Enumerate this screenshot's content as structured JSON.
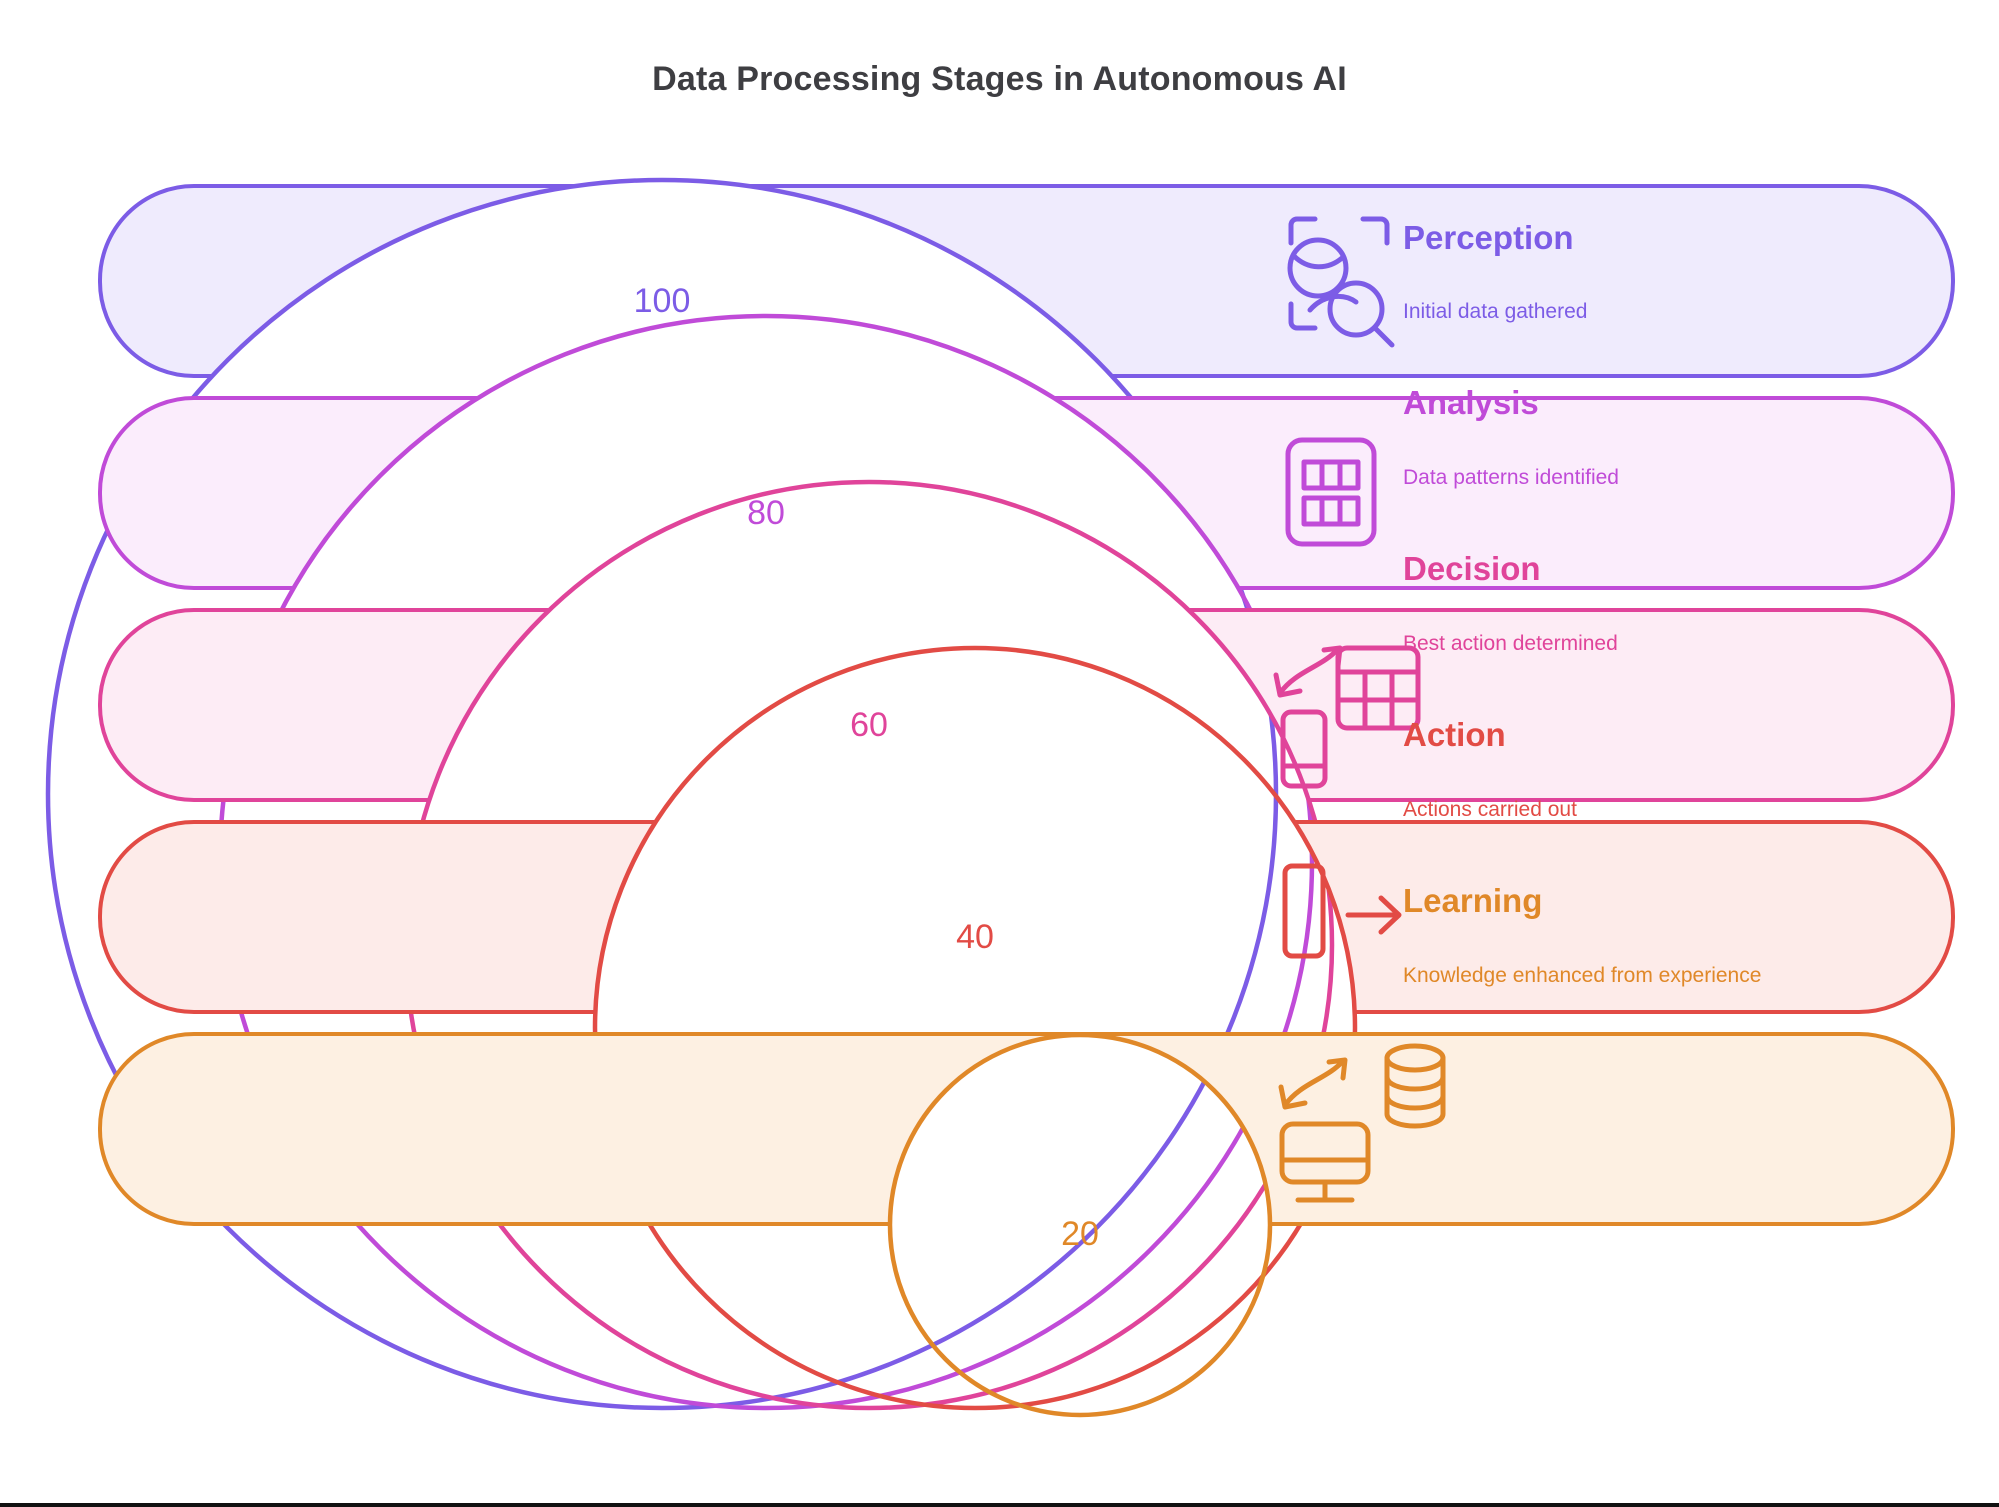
{
  "title": "Data Processing Stages in Autonomous AI",
  "chart_data": {
    "type": "bar",
    "title": "Data Processing Stages in Autonomous AI",
    "xlabel": "",
    "ylabel": "",
    "legend_position": "none",
    "grid": false,
    "categories": [
      "Perception",
      "Analysis",
      "Decision",
      "Action",
      "Learning"
    ],
    "values": [
      100,
      80,
      60,
      40,
      20
    ],
    "descriptions": [
      "Initial data gathered",
      "Data patterns identified",
      "Best action determined",
      "Actions carried out",
      "Knowledge enhanced from experience"
    ],
    "colors": [
      "#7C5CE6",
      "#C04BD8",
      "#E0449A",
      "#E24B45",
      "#E08828"
    ]
  },
  "stages": [
    {
      "id": "perception",
      "label": "Perception",
      "description": "Initial data gathered",
      "value": "100",
      "icon": "scan-object-search-icon",
      "stroke": "#7C5CE6",
      "fill": "#EFEBFD",
      "text": "#7C5CE6"
    },
    {
      "id": "analysis",
      "label": "Analysis",
      "description": "Data patterns identified",
      "value": "80",
      "icon": "table-grid-icon",
      "stroke": "#C04BD8",
      "fill": "#FBEDFC",
      "text": "#C04BD8"
    },
    {
      "id": "decision",
      "label": "Decision",
      "description": "Best action determined",
      "value": "60",
      "icon": "device-arrow-table-icon",
      "stroke": "#E0449A",
      "fill": "#FDECF5",
      "text": "#E0449A"
    },
    {
      "id": "action",
      "label": "Action",
      "description": "Actions carried out",
      "value": "40",
      "icon": "device-arrow-right-icon",
      "stroke": "#E24B45",
      "fill": "#FDEBE9",
      "text": "#E24B45"
    },
    {
      "id": "learning",
      "label": "Learning",
      "description": "Knowledge enhanced from experience",
      "value": "20",
      "icon": "monitor-database-sync-icon",
      "stroke": "#E08828",
      "fill": "#FDF0E2",
      "text": "#E08828"
    }
  ],
  "colors": {
    "title_text": "#3e3e42",
    "background": "#ffffff",
    "bottom_rule": "#111111"
  }
}
